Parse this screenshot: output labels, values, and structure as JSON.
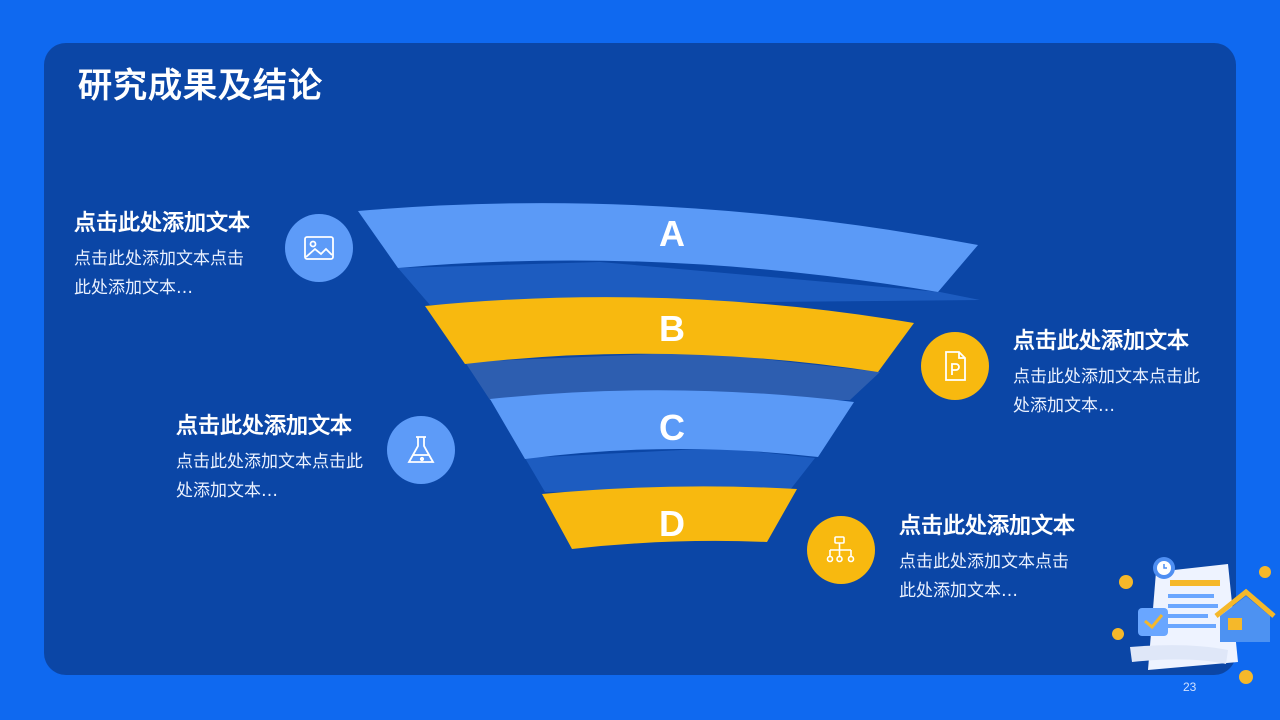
{
  "title": "研究成果及结论",
  "page_number": "23",
  "funnel": {
    "levels": [
      {
        "label": "A",
        "color": "#5b9af7"
      },
      {
        "label": "B",
        "color": "#f8b90f"
      },
      {
        "label": "C",
        "color": "#5b9af7"
      },
      {
        "label": "D",
        "color": "#f8b90f"
      }
    ]
  },
  "items": [
    {
      "heading": "点击此处添加文本",
      "body": "点击此处添加文本点击此处添加文本…",
      "icon": "image-icon"
    },
    {
      "heading": "点击此处添加文本",
      "body": "点击此处添加文本点击此处添加文本…",
      "icon": "document-p-icon"
    },
    {
      "heading": "点击此处添加文本",
      "body": "点击此处添加文本点击此处添加文本…",
      "icon": "flask-icon"
    },
    {
      "heading": "点击此处添加文本",
      "body": "点击此处添加文本点击此处添加文本…",
      "icon": "org-chart-icon"
    }
  ]
}
